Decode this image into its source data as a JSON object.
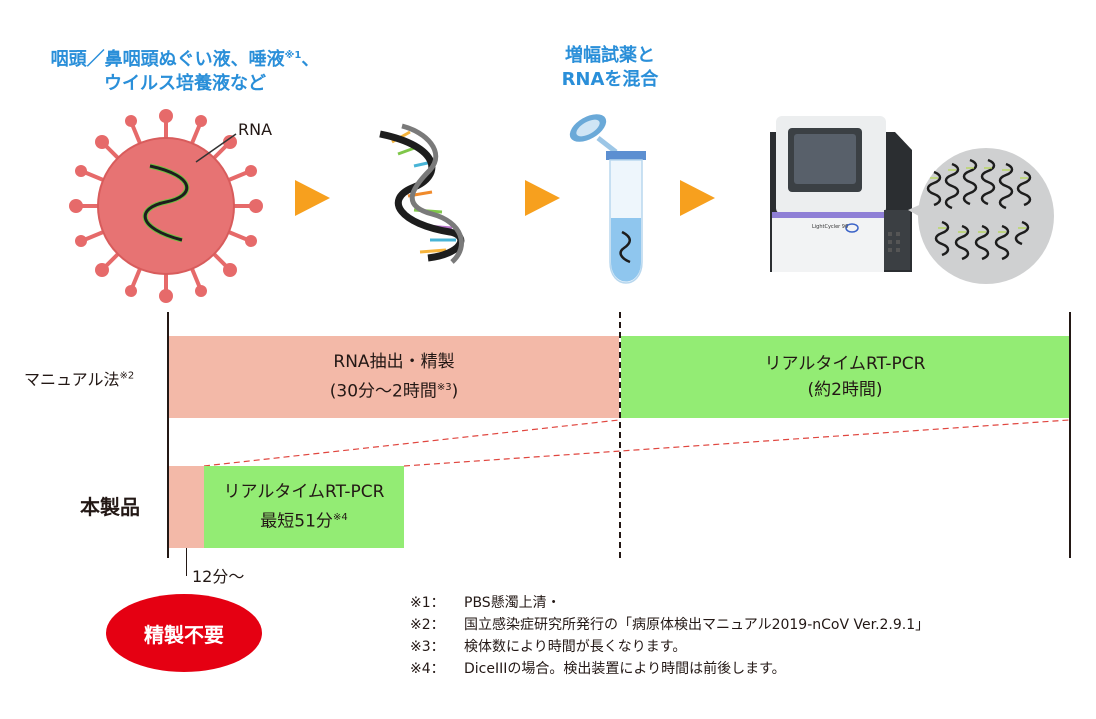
{
  "header": {
    "sample_line1": "咽頭／鼻咽頭ぬぐい液、唾液",
    "sample_line1_sup": "※1",
    "sample_line1_end": "、",
    "sample_line2": "ウイルス培養液など",
    "mix_line1": "増幅試薬と",
    "mix_line2": "RNAを混合",
    "rna_label": "RNA"
  },
  "instrument": {
    "brand_text": "LightCycler 96"
  },
  "manual": {
    "label": "マニュアル法",
    "label_sup": "※2",
    "step1_line1": "RNA抽出・精製",
    "step1_line2": "(30分〜2時間",
    "step1_line2_sup": "※3",
    "step1_line2_end": ")",
    "step2_line1": "リアルタイムRT-PCR",
    "step2_line2": "(約2時間)"
  },
  "product": {
    "label": "本製品",
    "step_line1": "リアルタイムRT-PCR",
    "step_line2": "最短51分",
    "step_line2_sup": "※4",
    "prep_time": "12分〜"
  },
  "badge": {
    "text": "精製不要"
  },
  "notes": [
    {
      "mark": "※1：",
      "text": "PBS懸濁上清・"
    },
    {
      "mark": "※2：",
      "text": "国立感染症研究所発行の「病原体検出マニュアル2019-nCoV Ver.2.9.1」"
    },
    {
      "mark": "※3：",
      "text": "検体数により時間が長くなります。"
    },
    {
      "mark": "※4：",
      "text": "DiceIIIの場合。検出装置により時間は前後します。"
    }
  ],
  "colors": {
    "manual_bar": "#f3b9a8",
    "pcr_bar": "#93ec74",
    "arrow": "#f7a01e",
    "title_blue": "#2a8fd9",
    "badge_red": "#e50012",
    "virus": "#e66a6a",
    "dash_red": "#e0463f"
  }
}
